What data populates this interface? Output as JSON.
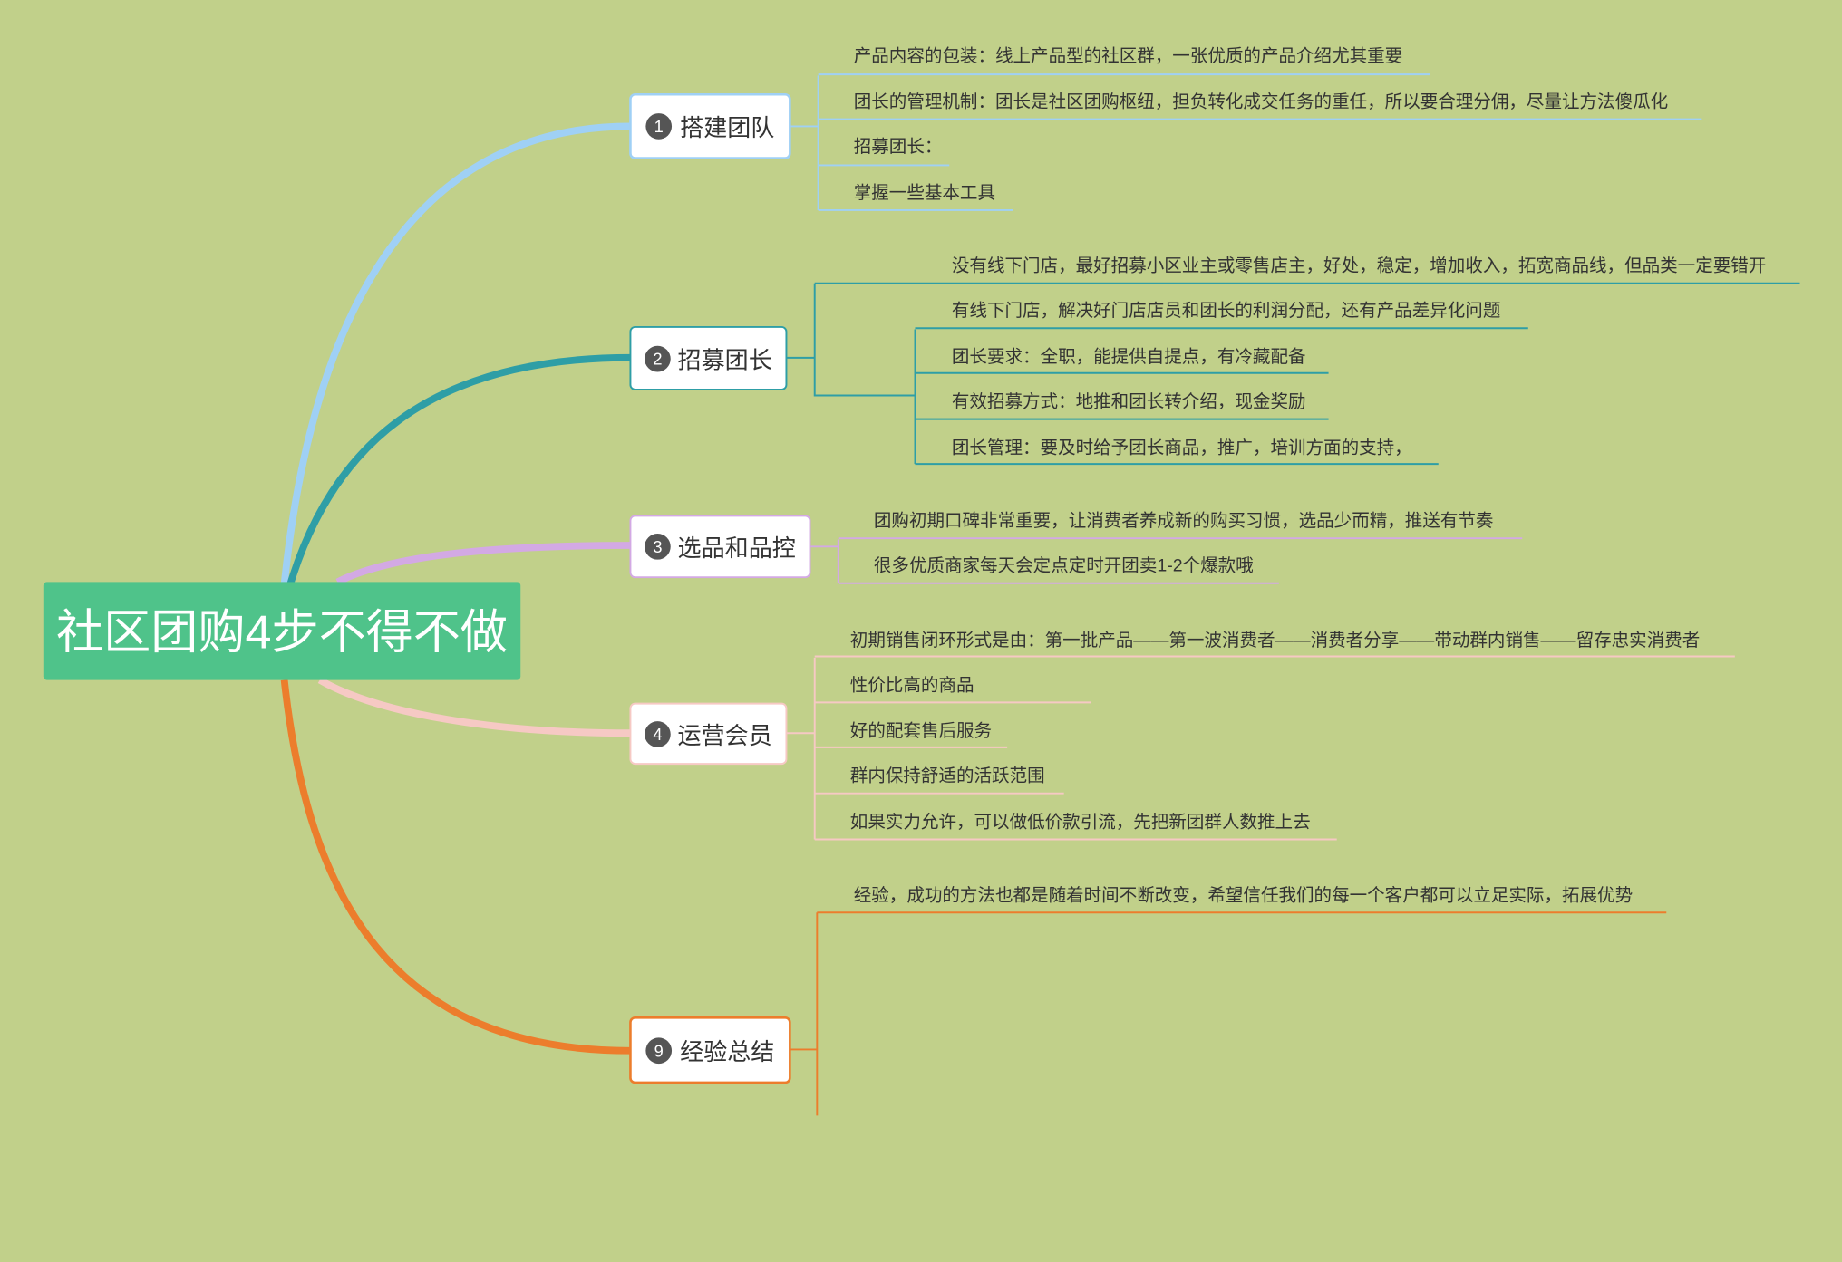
{
  "central": {
    "title": "社区团购4步不得不做",
    "color": "#4fc38a"
  },
  "branches": [
    {
      "number": "1",
      "label": "搭建团队",
      "color": "#9fd0f5",
      "children": [
        "产品内容的包装：线上产品型的社区群，一张优质的产品介绍尤其重要",
        "团长的管理机制：团长是社区团购枢纽，担负转化成交任务的重任，所以要合理分佣，尽量让方法傻瓜化",
        "招募团长：",
        "掌握一些基本工具"
      ]
    },
    {
      "number": "2",
      "label": "招募团长",
      "color": "#2e9ea6",
      "children": [
        "没有线下门店，最好招募小区业主或零售店主，好处，稳定，增加收入，拓宽商品线，但品类一定要错开",
        "有线下门店，解决好门店店员和团长的利润分配，还有产品差异化问题",
        "团长要求：全职，能提供自提点，有冷藏配备",
        "有效招募方式：地推和团长转介绍，现金奖励",
        "团长管理：要及时给予团长商品，推广，培训方面的支持，"
      ]
    },
    {
      "number": "3",
      "label": "选品和品控",
      "color": "#d3a9e4",
      "children": [
        "团购初期口碑非常重要，让消费者养成新的购买习惯，选品少而精，推送有节奏",
        "很多优质商家每天会定点定时开团卖1-2个爆款哦"
      ]
    },
    {
      "number": "4",
      "label": "运营会员",
      "color": "#f6c9c4",
      "children": [
        "初期销售闭环形式是由：第一批产品——第一波消费者——消费者分享——带动群内销售——留存忠实消费者",
        "性价比高的商品",
        "好的配套售后服务",
        "群内保持舒适的活跃范围",
        "如果实力允许，可以做低价款引流，先把新团群人数推上去"
      ]
    },
    {
      "number": "9",
      "label": "经验总结",
      "color": "#ec7d2c",
      "children": [
        "经验，成功的方法也都是随着时间不断改变，希望信任我们的每一个客户都可以立足实际，拓展优势"
      ]
    }
  ]
}
